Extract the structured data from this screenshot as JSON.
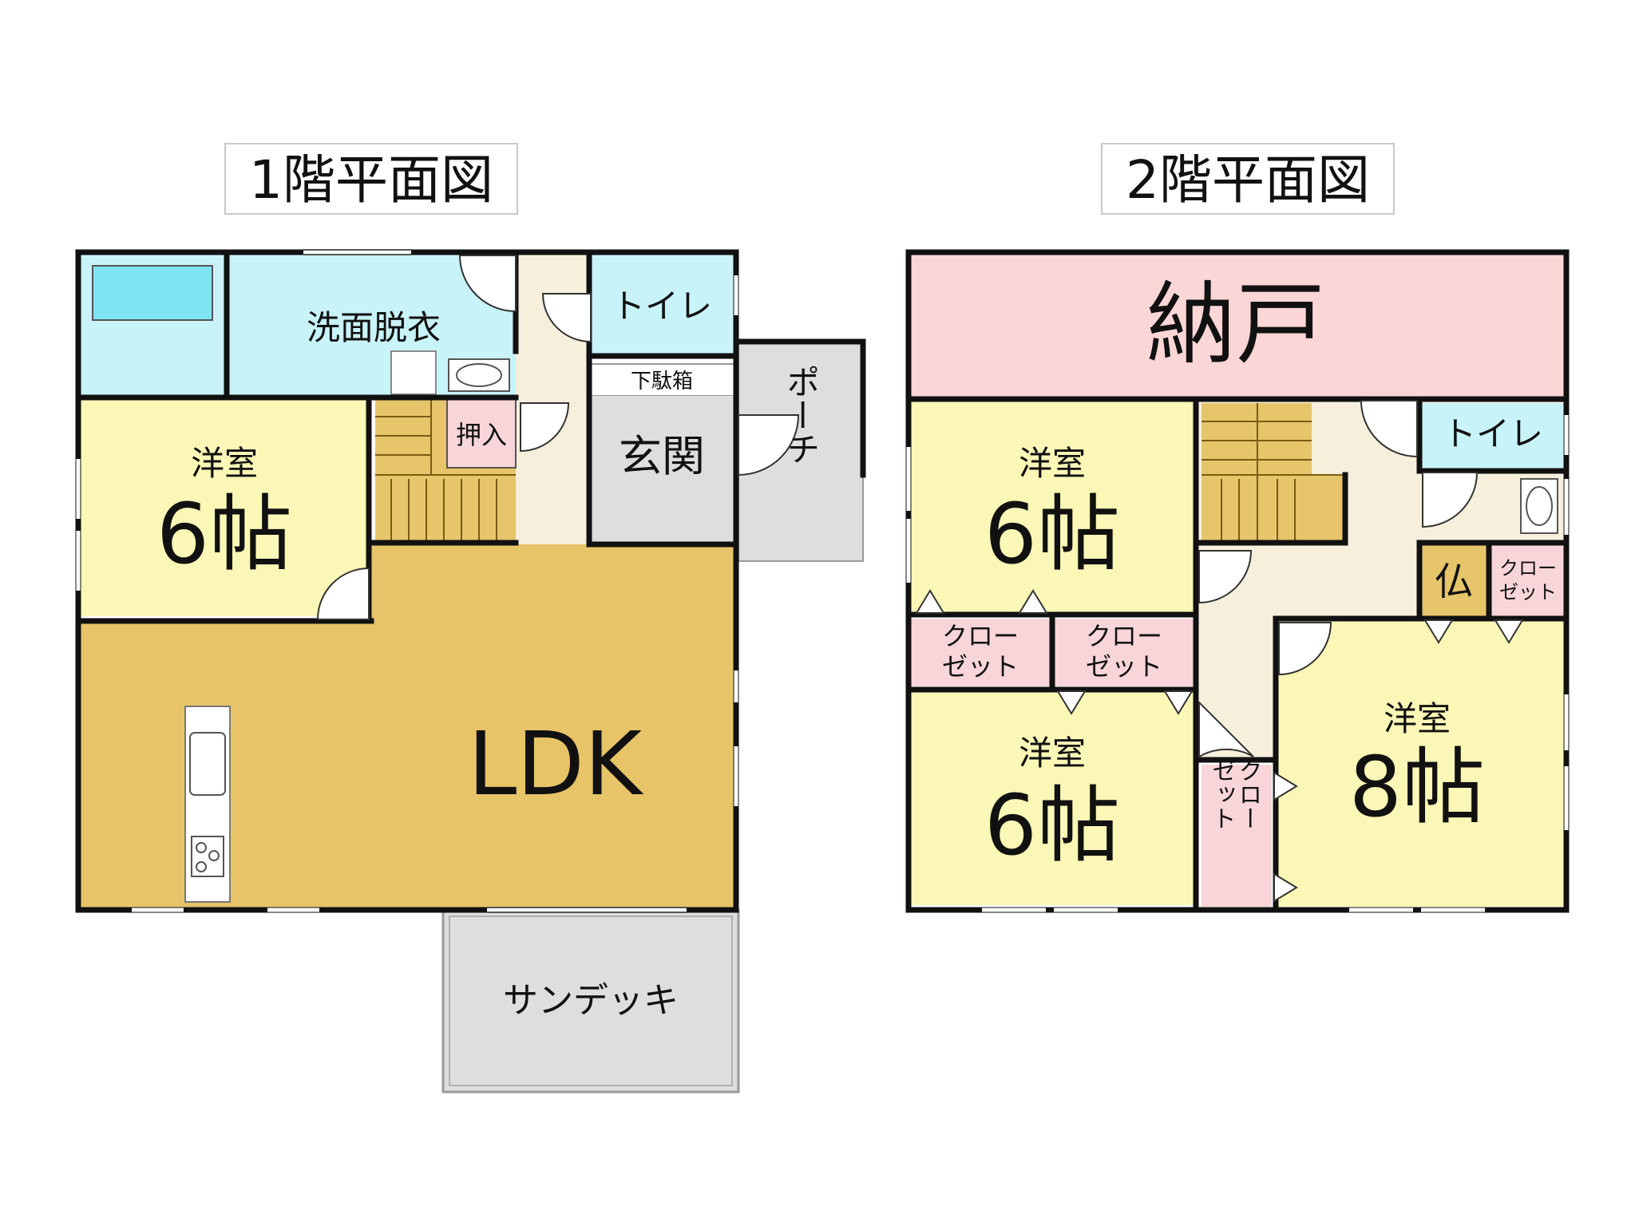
{
  "floor1": {
    "title": "1階平面図",
    "rooms": {
      "washroom": "洗面脱衣",
      "toilet": "トイレ",
      "shoe_box": "下駄箱",
      "closet": "押入",
      "entrance": "玄関",
      "porch": "ポーチ",
      "western_room": "洋室",
      "western_room_size": "6帖",
      "ldk": "LDK",
      "sundeck": "サンデッキ"
    }
  },
  "floor2": {
    "title": "2階平面図",
    "rooms": {
      "storage": "納戸",
      "room_a": "洋室",
      "room_a_size": "6帖",
      "room_b": "洋室",
      "room_b_size": "6帖",
      "room_c": "洋室",
      "room_c_size": "8帖",
      "toilet": "トイレ",
      "altar": "仏",
      "closet_small_1": "クロー",
      "closet_small_2": "ゼット",
      "closet_left_1": "クロー",
      "closet_left_2": "ゼット",
      "closet_mid_1": "クロー",
      "closet_mid_2": "ゼット",
      "closet_v_1": "クロー",
      "closet_v_2": "ゼット"
    }
  },
  "colors": {
    "wall": "#111111",
    "ldk": "#e8c468",
    "western_room": "#fbf7b6",
    "wet_area": "#c8f3f9",
    "storage": "#fbd6d6",
    "closet": "#f8d5d8",
    "hall": "#f6efdc",
    "exterior": "#dedede",
    "stairs": "#e7c56a",
    "bathtub": "#7ee4f2"
  }
}
